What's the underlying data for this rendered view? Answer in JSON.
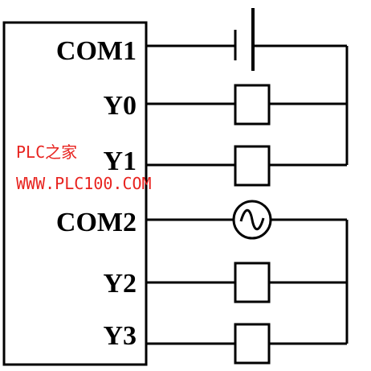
{
  "terminals": [
    {
      "id": "com1",
      "label": "COM1",
      "device": "battery"
    },
    {
      "id": "y0",
      "label": "Y0",
      "device": "coil"
    },
    {
      "id": "y1",
      "label": "Y1",
      "device": "coil"
    },
    {
      "id": "com2",
      "label": "COM2",
      "device": "ac-source"
    },
    {
      "id": "y2",
      "label": "Y2",
      "device": "coil"
    },
    {
      "id": "y3",
      "label": "Y3",
      "device": "coil"
    }
  ],
  "watermark": {
    "line1": "PLC之家",
    "line2": "WWW.PLC100.COM"
  },
  "colors": {
    "line": "#000000",
    "watermark": "#e8231f",
    "background": "#ffffff"
  }
}
